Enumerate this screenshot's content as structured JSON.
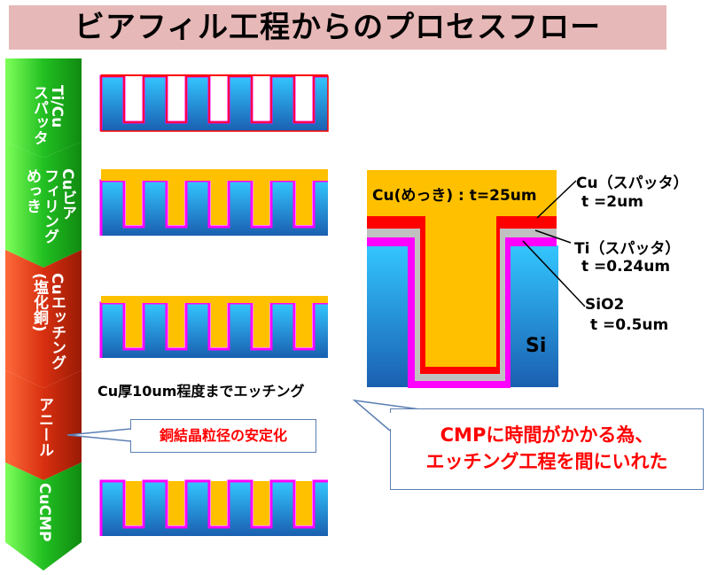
{
  "title": "ビアフィル工程からのプロセスフロー",
  "steps": [
    {
      "label": "Ti/Cu\nスパッタ",
      "color": "#2ec32e"
    },
    {
      "label": "Cuビア\nフィリング\nめっき",
      "color": "#2ec32e"
    },
    {
      "label": "Cuエッチング\n(塩化銅)",
      "color": "#d83a14"
    },
    {
      "label": "アニール",
      "color": "#d83a14"
    },
    {
      "label": "CuCMP",
      "color": "#2ec32e"
    }
  ],
  "etch_caption": "Cu厚10um程度までエッチング",
  "anneal_note": "銅結晶粒径の安定化",
  "cmp_note": {
    "line1": "CMPに時間がかかる為、",
    "line2": "エッチング工程を間にいれた"
  },
  "cross_section": {
    "plating_label": "Cu(めっき) : t=25um",
    "cu_sputter": {
      "name": "Cu（スパッタ）",
      "thickness": "t =2um"
    },
    "ti_sputter": {
      "name": "Ti（スパッタ）",
      "thickness": "t =0.24um"
    },
    "sio2": {
      "name": "SiO2",
      "thickness": "t =0.5um"
    },
    "substrate": "Si"
  },
  "colors": {
    "si": "#00b0f0",
    "cu_plating": "#ffc000",
    "cu_sputter": "#ff0000",
    "ti": "#c0c0c0",
    "sio2": "#ff00ff",
    "title_bg": "#e6b8b7"
  }
}
